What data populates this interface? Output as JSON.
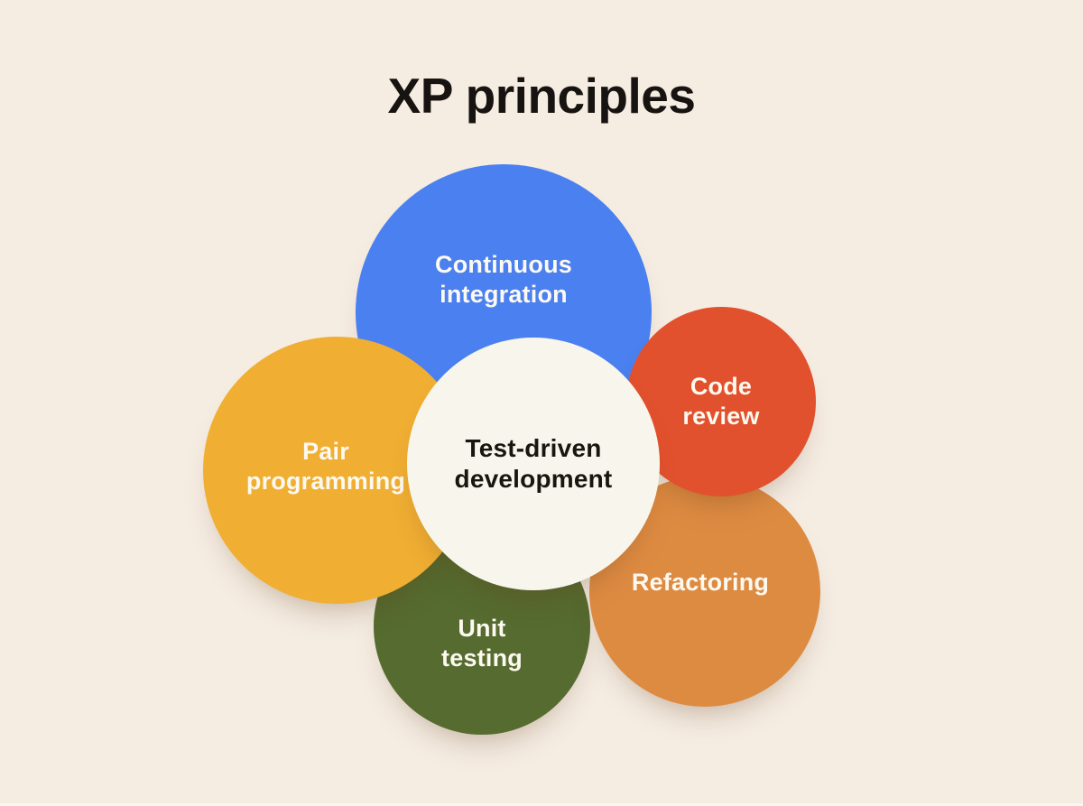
{
  "title": "XP principles",
  "colors": {
    "background": "#F5ECE2",
    "title_text": "#171310",
    "label_text": "#FCF9F1",
    "center_circle": "#F8F6EC",
    "center_text": "#1B150F",
    "continuous_integration": "#4A80EF",
    "code_review": "#E2512E",
    "refactoring": "#DE8B42",
    "unit_testing": "#566B2F",
    "pair_programming": "#F0AE33"
  },
  "diagram": {
    "center": {
      "id": "test-driven-development",
      "lines": [
        "Test-driven",
        "development"
      ]
    },
    "principles": [
      {
        "id": "continuous-integration",
        "lines": [
          "Continuous",
          "integration"
        ]
      },
      {
        "id": "code-review",
        "lines": [
          "Code",
          "review"
        ]
      },
      {
        "id": "pair-programming",
        "lines": [
          "Pair",
          "programming"
        ]
      },
      {
        "id": "unit-testing",
        "lines": [
          "Unit",
          "testing"
        ]
      },
      {
        "id": "refactoring",
        "lines": [
          "Refactoring"
        ]
      }
    ]
  }
}
